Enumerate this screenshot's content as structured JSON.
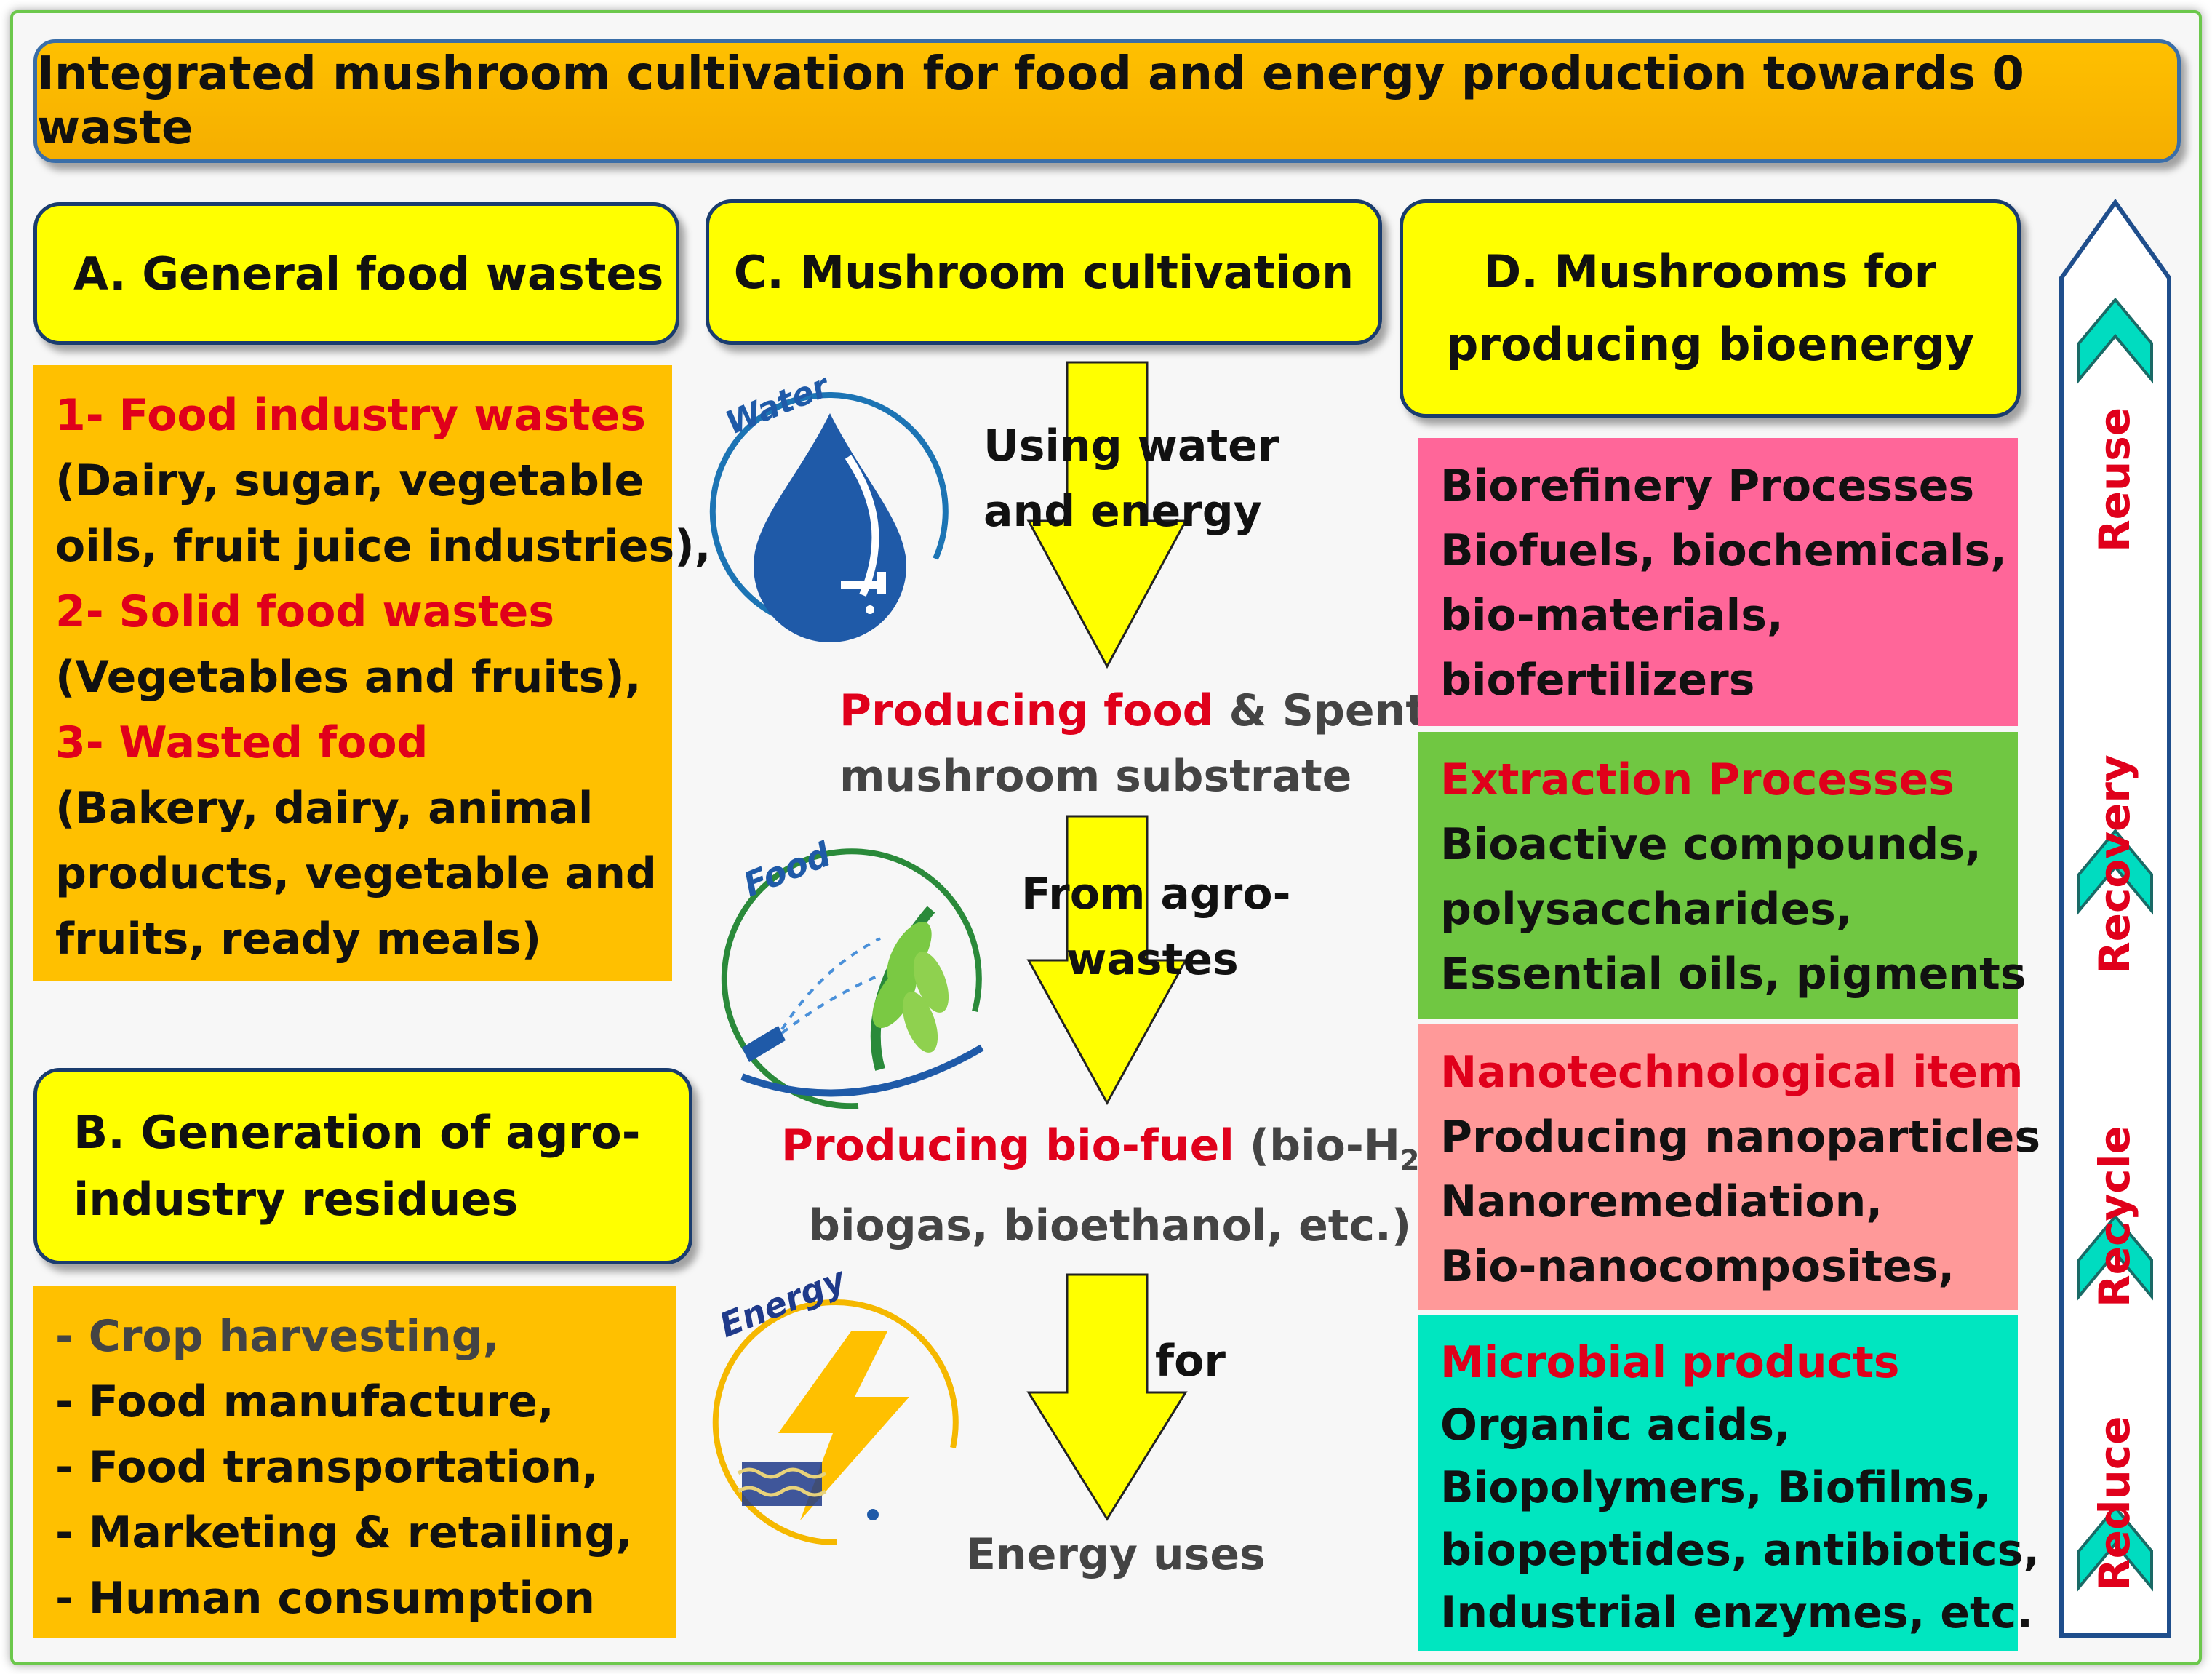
{
  "title": "Integrated mushroom cultivation for food and energy production towards 0 waste",
  "section_a": {
    "heading": "A. General food wastes",
    "items": [
      {
        "label": "1- Food industry wastes",
        "lines": [
          "(Dairy, sugar, vegetable",
          "oils, fruit juice industries),"
        ]
      },
      {
        "label": "2- Solid food wastes",
        "lines": [
          "(Vegetables and fruits),"
        ]
      },
      {
        "label": "3- Wasted food",
        "lines": [
          "(Bakery, dairy, animal",
          "products, vegetable and",
          "fruits, ready meals)"
        ]
      }
    ]
  },
  "section_b": {
    "heading_lines": [
      "B. Generation of agro-",
      "industry residues"
    ],
    "items": [
      "- Crop harvesting,",
      "- Food manufacture,",
      "- Food transportation,",
      "- Marketing & retailing,",
      "- Human consumption"
    ]
  },
  "section_c": {
    "heading": "C. Mushroom cultivation",
    "water_icon_label": "Water",
    "food_icon_label": "Food",
    "energy_icon_label": "Energy",
    "arrow1_lines": [
      "Using water",
      "and energy"
    ],
    "producing_food": "Producing food",
    "spent_line1_rest": " & Spent",
    "spent_line2": "mushroom substrate",
    "arrow2_lines": [
      "From agro-",
      "wastes"
    ],
    "producing_biofuel": "Producing bio-fuel",
    "biofuel_paren_open": " (bio-H",
    "biofuel_sub": "2",
    "biofuel_paren_close": ",",
    "biofuel_line2": "biogas, bioethanol, etc.)",
    "arrow3_label": "for",
    "energy_uses": "Energy uses"
  },
  "section_d": {
    "heading_lines": [
      "D. Mushrooms for",
      "producing bioenergy"
    ],
    "boxes": [
      {
        "color": "#ff6699",
        "title": "",
        "lines": [
          "Biorefinery Processes",
          "Biofuels, biochemicals,",
          "bio-materials,",
          "biofertilizers"
        ]
      },
      {
        "color": "#70c742",
        "title": "Extraction Processes",
        "lines": [
          "Bioactive compounds,",
          "polysaccharides,",
          "Essential oils, pigments"
        ]
      },
      {
        "color": "#ff9999",
        "title": "Nanotechnological item",
        "lines": [
          "Producing nanoparticles",
          "Nanoremediation,",
          "Bio-nanocomposites,"
        ]
      },
      {
        "color": "#00e6c0",
        "title": "Microbial products",
        "lines": [
          "Organic acids,",
          "Biopolymers, Biofilms,",
          "biopeptides, antibiotics,",
          "Industrial enzymes, etc."
        ]
      }
    ]
  },
  "side_arrow": {
    "words": [
      "Reuse",
      "Recovery",
      "Recycle",
      "Reduce"
    ],
    "text_color": "#e0001b",
    "chevron_color": "#00dcc0"
  },
  "colors": {
    "title_bg": "#ffc000",
    "heading_bg": "#ffff00",
    "list_bg": "#ffc000",
    "arrow_fill": "#ffff00"
  }
}
